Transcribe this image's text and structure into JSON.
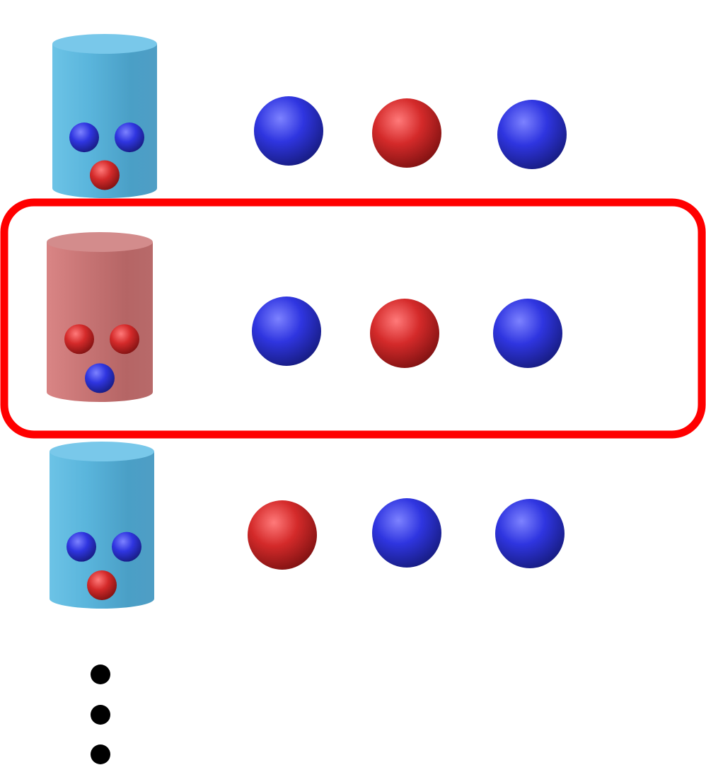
{
  "diagram": {
    "colors": {
      "blue_ball": "#2f35e0",
      "red_ball": "#d42a2a",
      "blue_urn": "#5bb8dc",
      "red_urn": "#c97373",
      "highlight": "#ff0000",
      "dot": "#000000"
    },
    "rows": [
      {
        "urn": {
          "color": "blue",
          "contents": [
            "blue",
            "blue",
            "red"
          ]
        },
        "draws": [
          "blue",
          "red",
          "blue"
        ],
        "highlighted": false
      },
      {
        "urn": {
          "color": "red",
          "contents": [
            "red",
            "red",
            "blue"
          ]
        },
        "draws": [
          "blue",
          "red",
          "blue"
        ],
        "highlighted": true
      },
      {
        "urn": {
          "color": "blue",
          "contents": [
            "blue",
            "blue",
            "red"
          ]
        },
        "draws": [
          "red",
          "blue",
          "blue"
        ],
        "highlighted": false
      }
    ],
    "continuation": "vertical-ellipsis"
  }
}
